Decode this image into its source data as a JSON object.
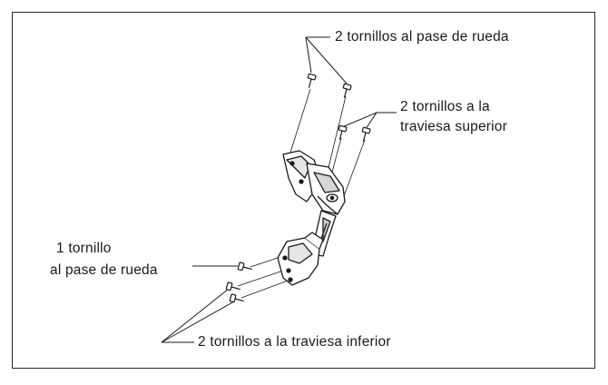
{
  "labels": {
    "wheel_arch_top": "2 tornillos al pase de rueda",
    "upper_crossmember_line1": "2 tornillos a la",
    "upper_crossmember_line2": "traviesa superior",
    "wheel_arch_single_line1": "1 tornillo",
    "wheel_arch_single_line2": "al pase de rueda",
    "lower_crossmember": "2 tornillos a la traviesa inferior"
  },
  "colors": {
    "ink": "#1a1a1a",
    "border": "#2a2a2a",
    "background": "#ffffff"
  },
  "icons": [
    "screw-icon",
    "hinge-bracket-drawing"
  ]
}
